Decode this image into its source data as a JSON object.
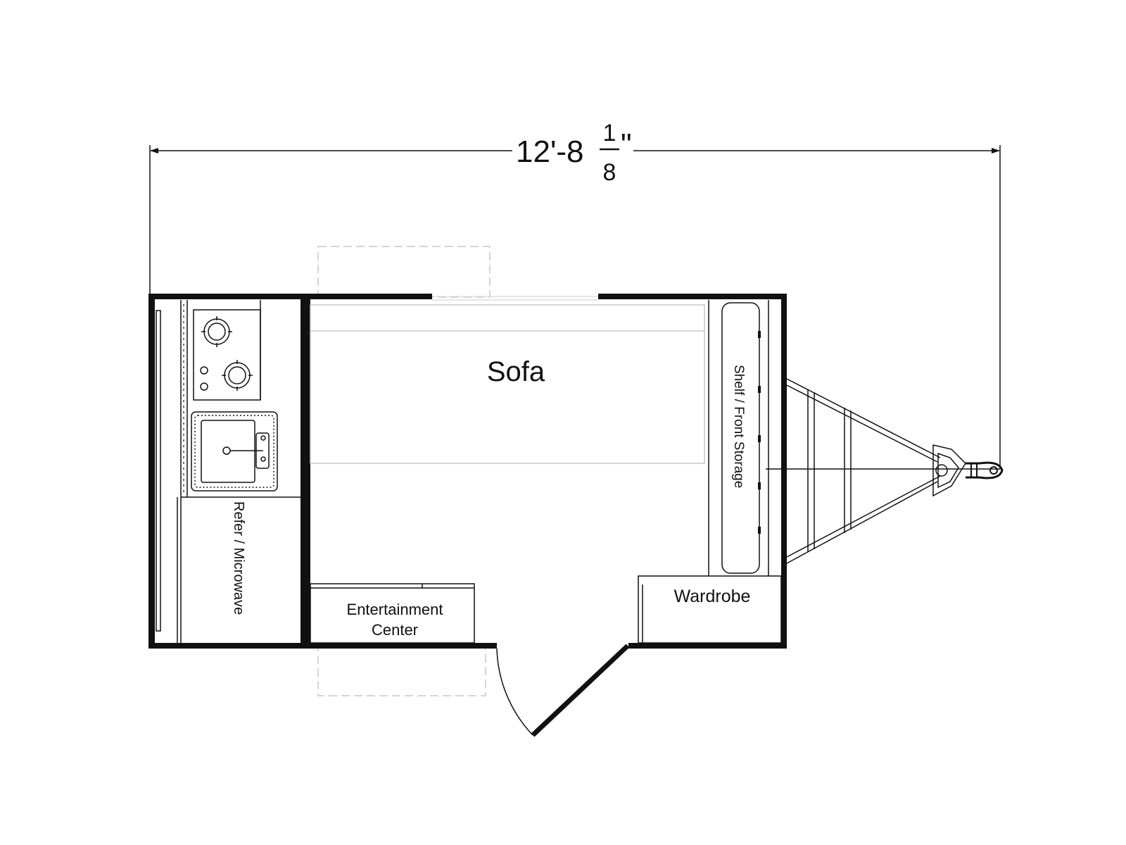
{
  "dimension": {
    "whole": "12'-8",
    "numerator": "1",
    "denominator": "8",
    "unit_mark": "\""
  },
  "rooms": {
    "sofa": "Sofa",
    "shelf": "Shelf / Front Storage",
    "refer": "Refer / Microwave",
    "entertainment_line1": "Entertainment",
    "entertainment_line2": "Center",
    "wardrobe": "Wardrobe"
  },
  "colors": {
    "line": "#111111",
    "hidden": "#c8c8c8"
  }
}
